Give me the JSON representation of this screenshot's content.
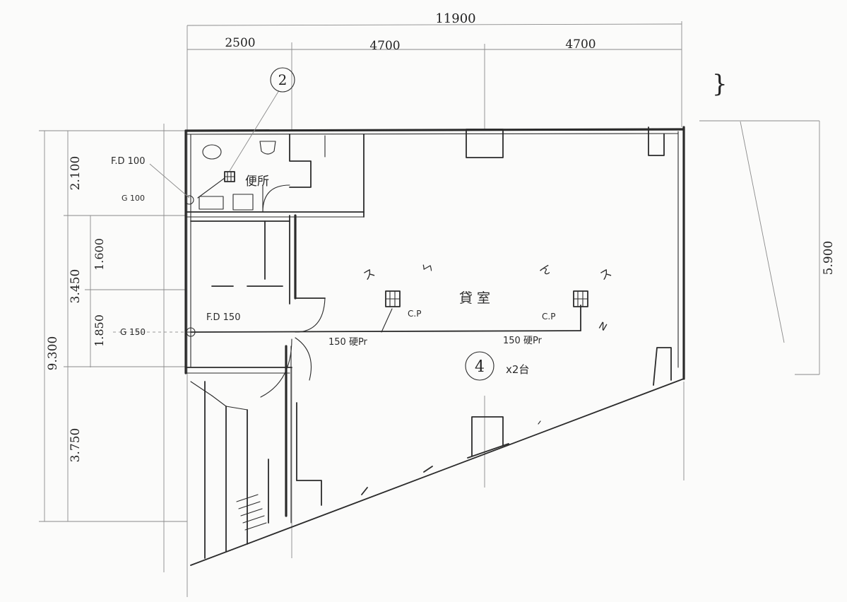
{
  "dimensions": {
    "overall_width": "11900",
    "bay_1": "2500",
    "bay_2": "4700",
    "bay_3": "4700",
    "left_total": "9.300",
    "left_upper": "2.100",
    "left_middle": "3.450",
    "left_inner_upper": "1.600",
    "left_inner_lower": "1.850",
    "left_lower": "3.750",
    "right_side": "5.900"
  },
  "labels": {
    "fd_100": "F.D 100",
    "g_100": "G 100",
    "fd_150": "F.D 150",
    "g_150": "G 150",
    "toilet": "便所",
    "room": "貸 室",
    "cp_left": "C.P",
    "cp_right": "C.P",
    "pipe_left": "150 硬Pr",
    "pipe_right": "150 硬Pr",
    "marker_2": "2",
    "marker_4": "4",
    "marker_4_note": "x2台",
    "right_mark": "}",
    "diag_1": "ス",
    "diag_2": "ㄣ",
    "diag_3": "ん",
    "diag_4": "ス",
    "diag_5": "N"
  }
}
